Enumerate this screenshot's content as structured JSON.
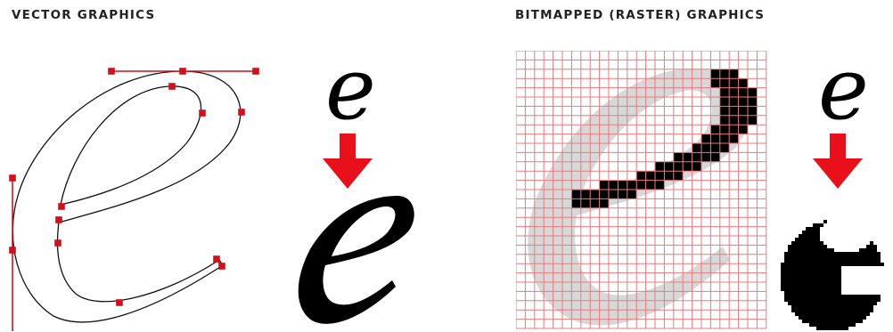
{
  "panels": {
    "vector": {
      "title": "VECTOR GRAPHICS"
    },
    "raster": {
      "title": "BITMAPPED (RASTER) GRAPHICS"
    }
  },
  "glyphs": {
    "vector_small": "e",
    "raster_small": "e"
  },
  "colors": {
    "accent_red": "#e8111b",
    "grid_red": "#e77a7f",
    "ghost_gray": "#d8d8d8",
    "ink": "#000000"
  },
  "icons": [
    "arrow-down-icon",
    "arrow-down-icon"
  ]
}
